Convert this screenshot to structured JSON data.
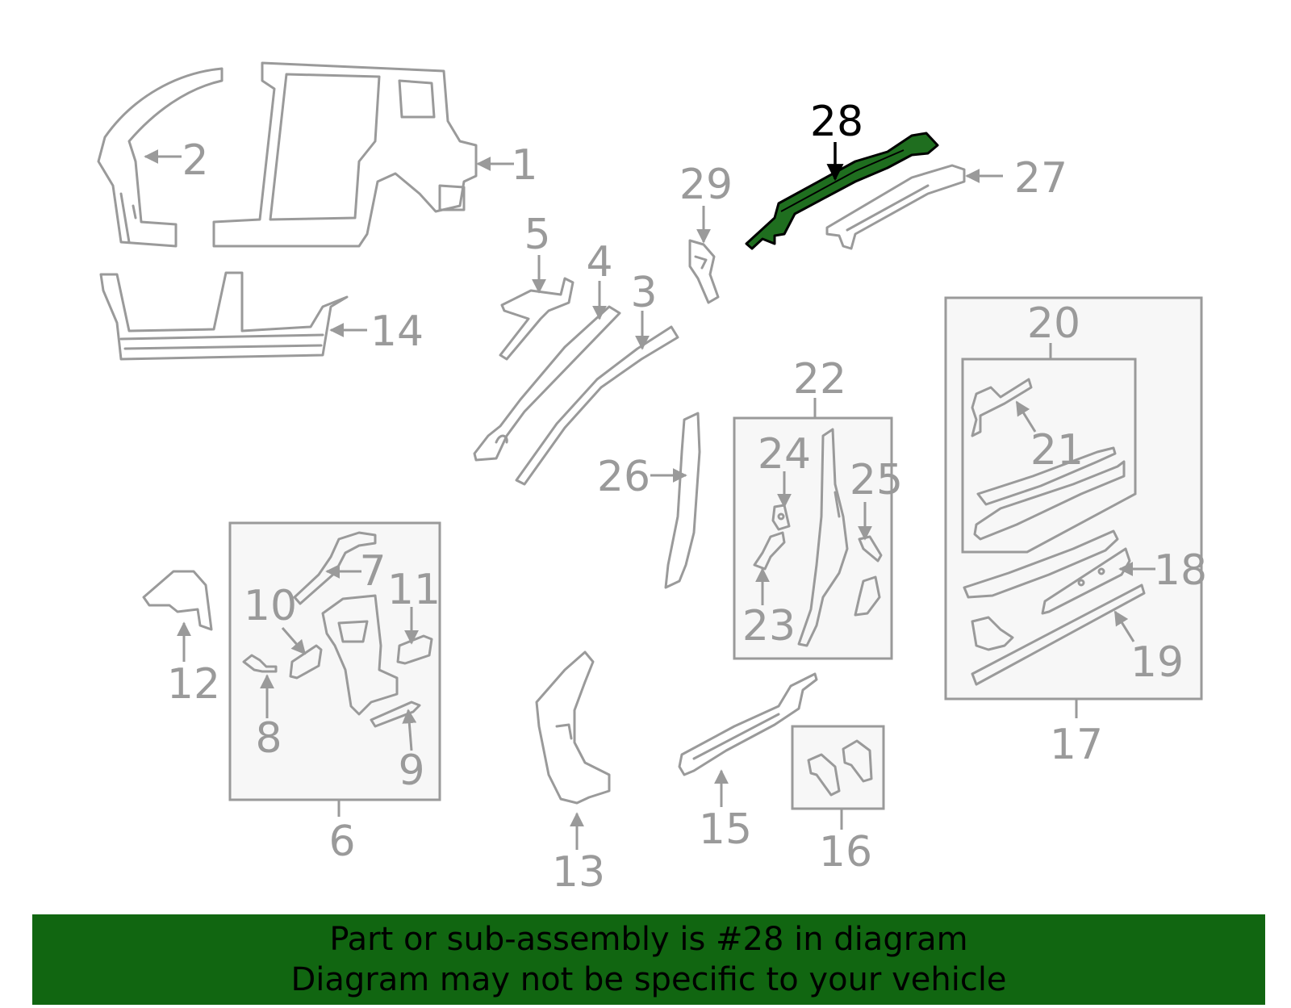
{
  "colors": {
    "line": "#9a9a9a",
    "box_fill": "#f7f7f7",
    "highlight_part": "#1f6e1f",
    "banner": "#116611",
    "highlight_label": "#000000"
  },
  "highlighted_part": "28",
  "labels": {
    "p1": "1",
    "p2": "2",
    "p3": "3",
    "p4": "4",
    "p5": "5",
    "p6": "6",
    "p7": "7",
    "p8": "8",
    "p9": "9",
    "p10": "10",
    "p11": "11",
    "p12": "12",
    "p13": "13",
    "p14": "14",
    "p15": "15",
    "p16": "16",
    "p17": "17",
    "p18": "18",
    "p19": "19",
    "p20": "20",
    "p21": "21",
    "p22": "22",
    "p23": "23",
    "p24": "24",
    "p25": "25",
    "p26": "26",
    "p27": "27",
    "p28": "28",
    "p29": "29"
  },
  "banner": {
    "line1": "Part or sub-assembly is #28 in diagram",
    "line2": "Diagram may not be specific to your vehicle"
  }
}
